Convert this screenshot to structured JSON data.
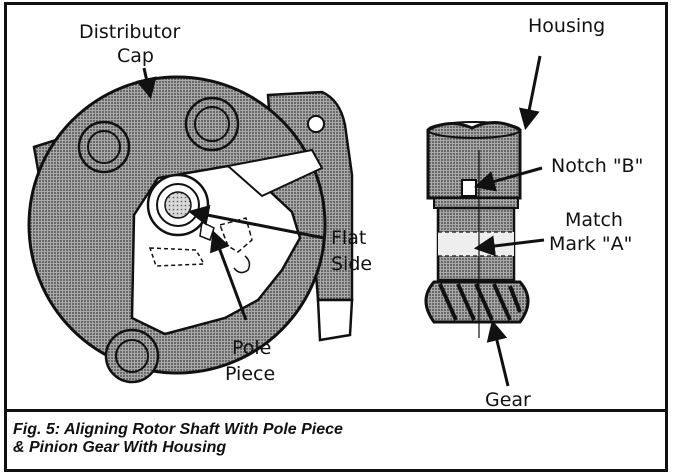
{
  "labels": {
    "distributor_cap_1": "Distributor",
    "distributor_cap_2": "Cap",
    "flat_side_1": "Flat",
    "flat_side_2": "Side",
    "pole_piece_1": "Pole",
    "pole_piece_2": "Piece",
    "housing": "Housing",
    "notch_b": "Notch \"B\"",
    "match_mark_1": "Match",
    "match_mark_2": "Mark \"A\"",
    "gear": "Gear"
  },
  "caption": {
    "line1": "Fig. 5:  Aligning Rotor Shaft With Pole Piece",
    "line2": "& Pinion Gear With Housing"
  },
  "colors": {
    "ink": "#111111",
    "stipple": "#8a8a8a",
    "paper": "#ffffff"
  }
}
